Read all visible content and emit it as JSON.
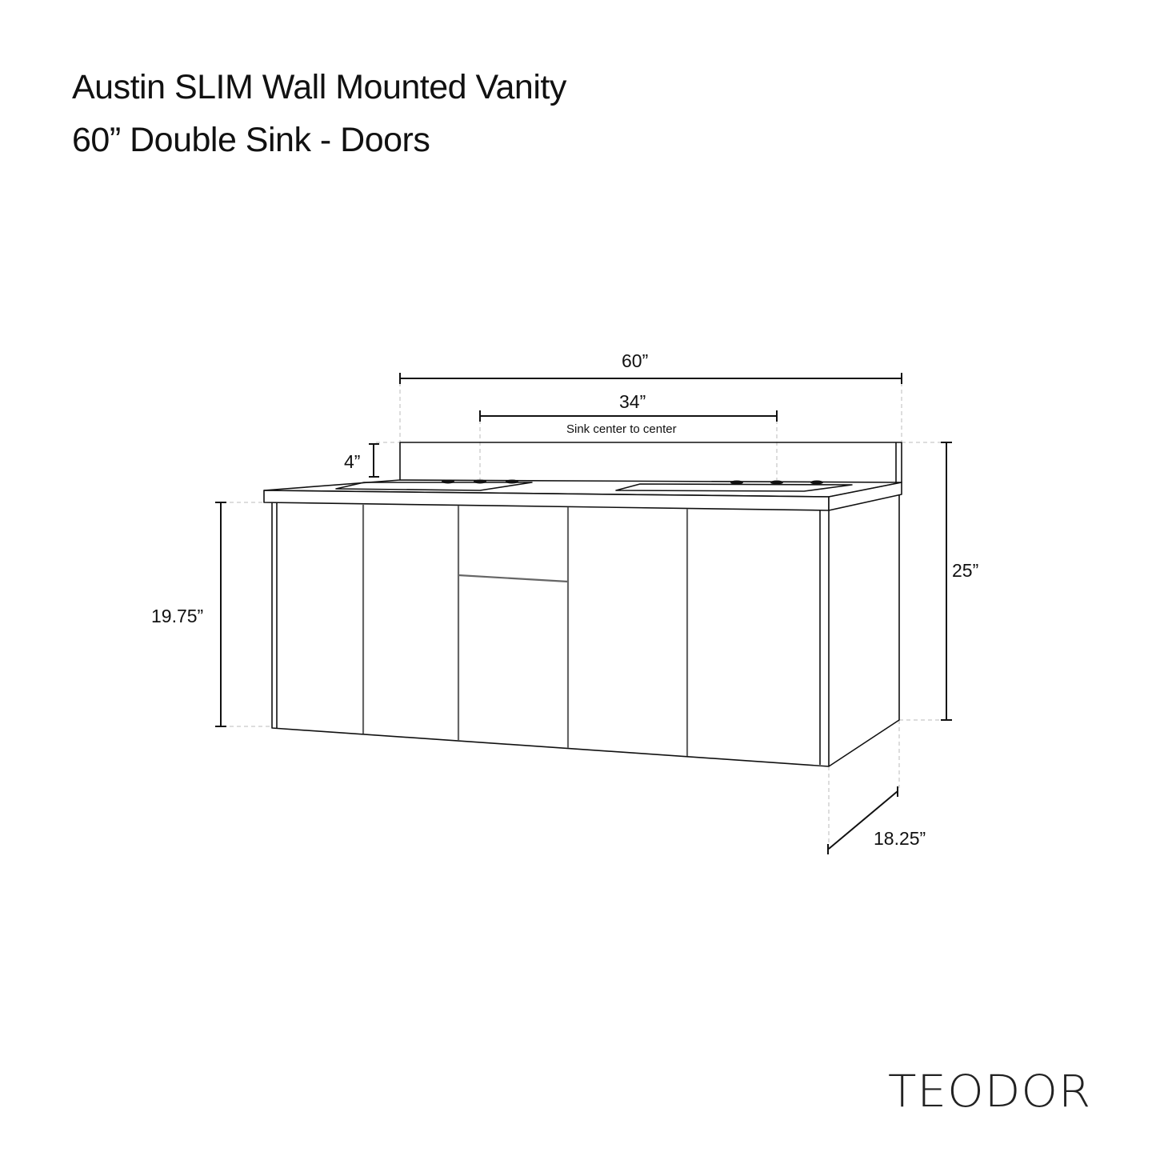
{
  "header": {
    "title": "Austin SLIM Wall Mounted Vanity",
    "subtitle": "60” Double Sink  - Doors"
  },
  "brand": {
    "logo_text": "TEODOR"
  },
  "dimensions": {
    "overall_width": "60”",
    "sink_center_distance": "34”",
    "sink_center_caption": "Sink center to center",
    "backsplash_height": "4”",
    "cabinet_height": "19.75”",
    "total_height": "25”",
    "depth": "18.25”"
  },
  "drawing": {
    "line_color": "#111111",
    "door_line_color": "#666666",
    "guide_line_color": "#bbbbbb",
    "front_panels": [
      "door",
      "door",
      "drawer-over-door",
      "door",
      "door"
    ],
    "sinks": 2,
    "faucet_holes_per_sink": 3
  }
}
